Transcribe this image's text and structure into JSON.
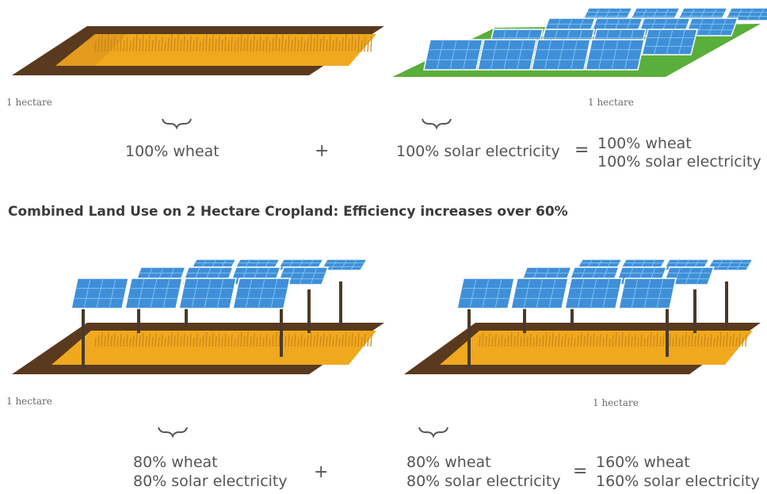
{
  "top": {
    "left_area_label": "1 hectare",
    "right_area_label": "1 hectare",
    "wheat_label": "100% wheat",
    "plus": "+",
    "solar_label": "100% solar electricity",
    "equals": "=",
    "result_line1": "100% wheat",
    "result_line2": "100% solar electricity"
  },
  "heading": "Combined Land Use on 2 Hectare Cropland: Efficiency increases over 60%",
  "bottom": {
    "left_area_label": "1 hectare",
    "right_area_label": "1 hectare",
    "left_line1": "80% wheat",
    "left_line2": "80% solar electricity",
    "plus": "+",
    "right_line1": "80% wheat",
    "right_line2": "80% solar electricity",
    "equals": "=",
    "result_line1": "160% wheat",
    "result_line2": "160% solar electricity"
  },
  "colors": {
    "wheat": "#f0a91e",
    "wheat_dark": "#c9851a",
    "soil": "#5a3a1e",
    "grass": "#5aae3a",
    "panel": "#3f8fd8",
    "panel_light": "#7fc0f0",
    "post": "#4a3a2a"
  }
}
